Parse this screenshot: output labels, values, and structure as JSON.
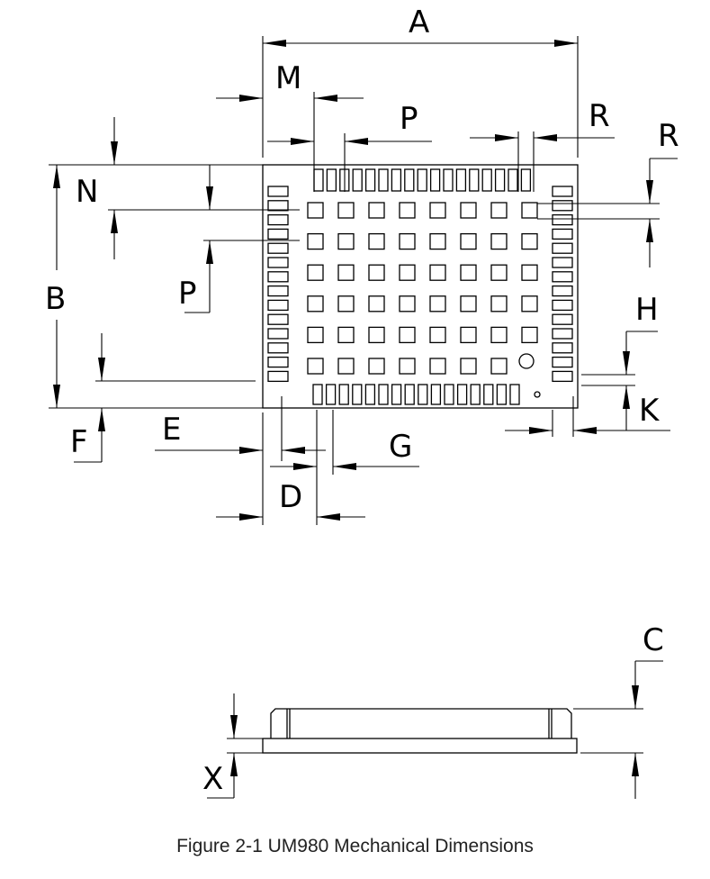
{
  "labels": {
    "A": "A",
    "M": "M",
    "P_top": "P",
    "R_top": "R",
    "R_right": "R",
    "N": "N",
    "P_left": "P",
    "B": "B",
    "H": "H",
    "K": "K",
    "F": "F",
    "E": "E",
    "G": "G",
    "D": "D",
    "C": "C",
    "X": "X"
  },
  "caption": "Figure 2-1 UM980 Mechanical Dimensions",
  "module": {
    "top_pins": 17,
    "bottom_pins": 16,
    "left_pins": 14,
    "right_pins": 14,
    "grid_cols": 8,
    "grid_rows": 6
  }
}
